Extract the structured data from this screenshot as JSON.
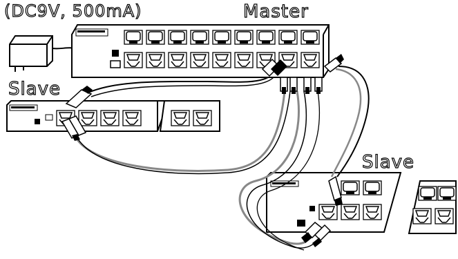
{
  "labels": {
    "power": "(DC9V, 500mA)",
    "master": "Master",
    "slave_left": "Slave",
    "slave_right": "Slave"
  }
}
